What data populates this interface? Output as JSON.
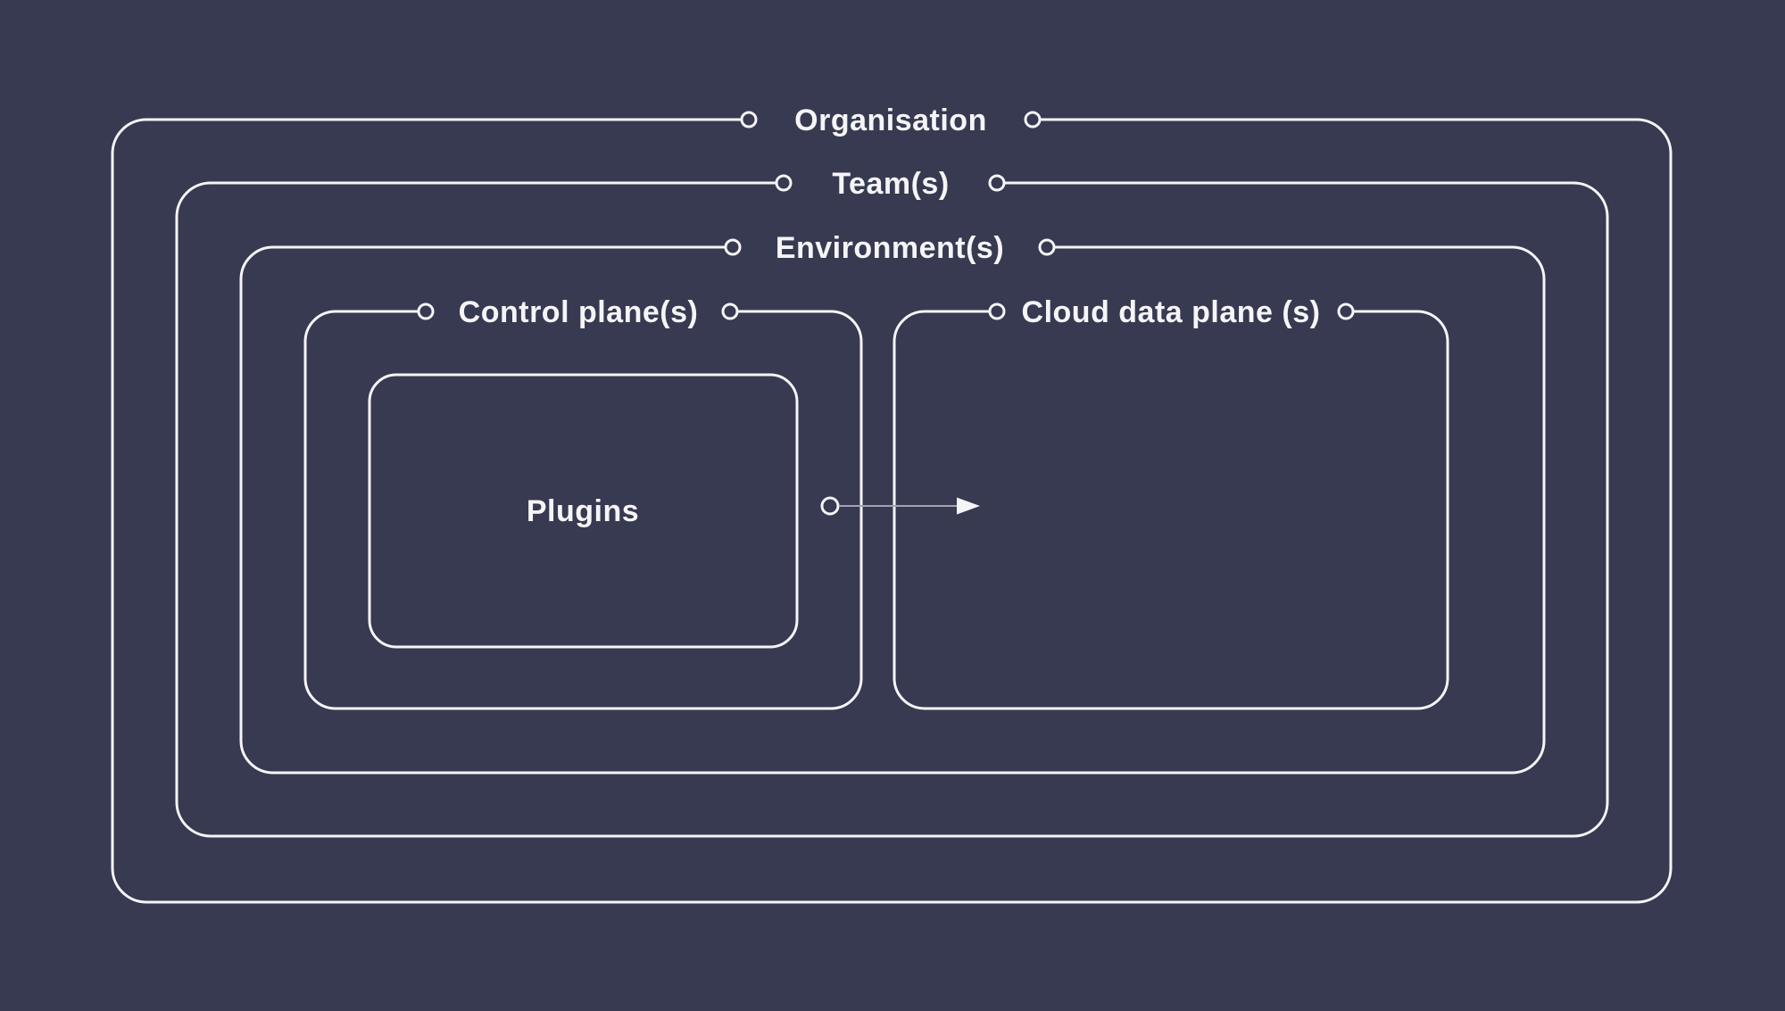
{
  "colors": {
    "background": "#373a51",
    "line": "#f5f5f7",
    "text": "#f5f5f7",
    "arrow_line": "#9fa3b2"
  },
  "diagram": {
    "organisation": {
      "label": "Organisation"
    },
    "teams": {
      "label": "Team(s)"
    },
    "environments": {
      "label": "Environment(s)"
    },
    "control_plane": {
      "label": "Control plane(s)"
    },
    "cloud_data_plane": {
      "label": "Cloud data plane (s)"
    },
    "plugins": {
      "label": "Plugins"
    }
  }
}
